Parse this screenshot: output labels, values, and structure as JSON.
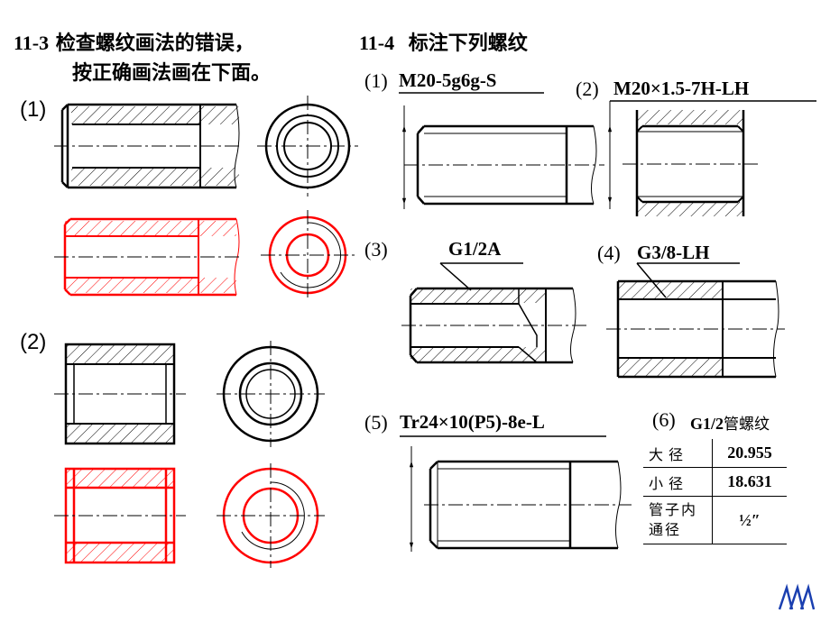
{
  "ex_11_3": {
    "number": "11-3",
    "instruction_line1": "检查螺纹画法的错误，",
    "instruction_line2": "按正确画法画在下面。",
    "part1_label": "(1)",
    "part2_label": "(2)"
  },
  "ex_11_4": {
    "number": "11-4",
    "title": "标注下列螺纹",
    "item1": {
      "num": "(1)",
      "spec": "M20-5g6g-S"
    },
    "item2": {
      "num": "(2)",
      "spec": "M20×1.5-7H-LH"
    },
    "item3": {
      "num": "(3)",
      "spec": "G1/2A"
    },
    "item4": {
      "num": "(4)",
      "spec": "G3/8-LH"
    },
    "item5": {
      "num": "(5)",
      "spec": "Tr24×10(P5)-8e-L"
    },
    "item6": {
      "num": "(6)",
      "spec": "G1/2",
      "spec_suffix": "管螺纹"
    }
  },
  "pipe_table": {
    "rows": [
      {
        "key": "大径",
        "value": "20.955"
      },
      {
        "key": "小径",
        "value": "18.631"
      },
      {
        "key": "管子内通径",
        "value": "½″"
      }
    ]
  },
  "colors": {
    "correction": "#ff0000",
    "ink": "#000000",
    "logo": "#1a3fb0"
  },
  "icons": {
    "logo": "logo-icon"
  }
}
